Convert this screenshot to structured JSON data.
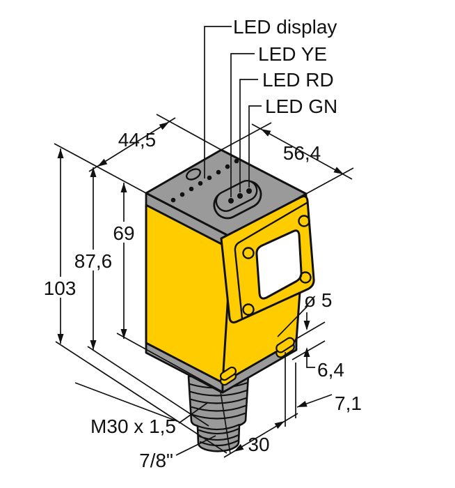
{
  "drawing": {
    "type": "sensor-dimension-drawing",
    "callouts": {
      "led_display": "LED display",
      "led_ye": "LED YE",
      "led_rd": "LED RD",
      "led_gn": "LED GN"
    },
    "dimensions": {
      "top_width_mm": "44,5",
      "top_depth_mm": "56,4",
      "body_height_mm": "69",
      "to_thread_end_mm": "87,6",
      "total_height_mm": "103",
      "mounting_hole_dia": "ø 5",
      "hole_to_bottom_mm": "6,4",
      "hole_to_face_mm": "7,1",
      "mounting_thread": "M30 x 1,5",
      "qd_connector": "7/8\"",
      "thread_od_mm": "30"
    },
    "colors": {
      "housing_yellow": "#FFCC00",
      "metal_gray": "#9A9A9A",
      "outline": "#111111",
      "background": "#FFFFFF"
    }
  }
}
